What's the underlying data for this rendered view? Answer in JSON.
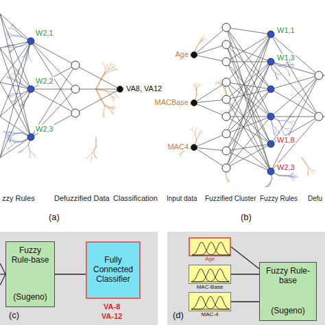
{
  "diagram": {
    "nodes": [
      {
        "text": [
          "Fuzzy Rule-base",
          "(Sugeno)"
        ]
      },
      {
        "text": [
          "Fully Connected Classifier"
        ]
      },
      {
        "text": [
          "Age"
        ]
      },
      {
        "text": [
          "MAC-Base"
        ]
      },
      {
        "text": [
          "MAC-4"
        ]
      },
      {
        "text": [
          "Fuzzy Rule-base",
          "(Sugeno)"
        ]
      }
    ],
    "edges": [
      {
        "from": 0,
        "to": 1,
        "arrow": "none"
      },
      {
        "from": 2,
        "to": 5,
        "arrow": "none"
      },
      {
        "from": 3,
        "to": 5,
        "arrow": "none"
      },
      {
        "from": 4,
        "to": 5,
        "arrow": "none"
      }
    ],
    "labels": [
      "W2,1",
      "W2,2",
      "W2,3",
      "VA8, VA12",
      "zzy Rules",
      "Defuzzified Data",
      "Classification",
      "(a)",
      "Age",
      "MACBase",
      "MAC4",
      "W1,1",
      "W1,3",
      "W1,8",
      "W2,3",
      "Input data",
      "Fuzzified Cluster",
      "Fuzzy Rules",
      "Defu",
      "(b)",
      "VA-8",
      "VA-12",
      "(c)",
      "(d)"
    ]
  }
}
